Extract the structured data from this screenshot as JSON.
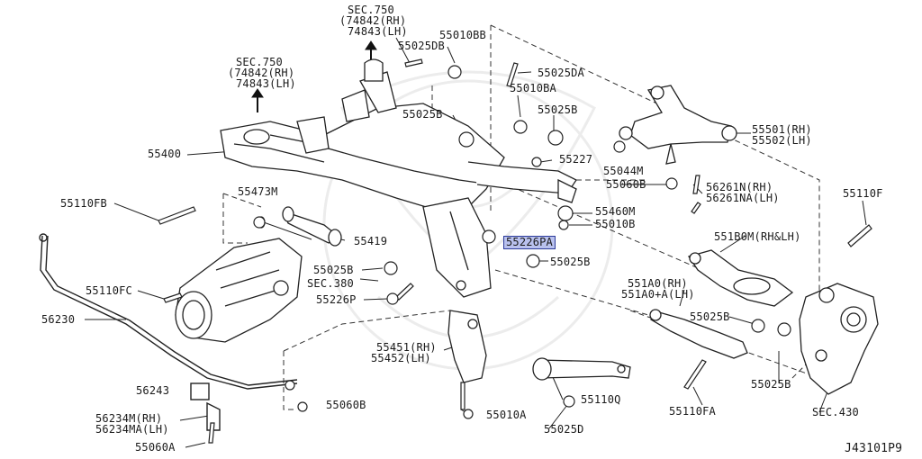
{
  "sheet_code": "J43101P9",
  "labels": {
    "sec750_top": "SEC.750",
    "sec750_top_rh": "(74842(RH)",
    "sec750_top_lh": "74843(LH)",
    "sec750_left": "SEC.750",
    "sec750_left_rh": "(74842(RH)",
    "sec750_left_lh": "74843(LH)",
    "p55010BB": "55010BB",
    "p55025DB": "55025DB",
    "p55025DA": "55025DA",
    "p55010BA": "55010BA",
    "p55025B_a": "55025B",
    "p55025B_b": "55025B",
    "p55400": "55400",
    "p55227": "55227",
    "p55044M": "55044M",
    "p55060B_a": "55060B",
    "p55501": "55501(RH)",
    "p55502": "55502(LH)",
    "p55110FB": "55110FB",
    "p55473M": "55473M",
    "p55460M": "55460M",
    "p55010B": "55010B",
    "p56261N": "56261N(RH)",
    "p56261NA": "56261NA(LH)",
    "p55110F": "55110F",
    "p55419": "55419",
    "p55226PA": "55226PA",
    "p551B0M": "551B0M(RH&LH)",
    "p55025B_c": "55025B",
    "p55025B_d": "55025B",
    "pSEC380": "SEC.380",
    "p55110FC": "55110FC",
    "p55226P": "55226P",
    "p551A0_rh": "551A0(RH)",
    "p551A0_lh": "551A0+A(LH)",
    "p56230": "56230",
    "p55025B_e": "55025B",
    "p55451": "55451(RH)",
    "p55452": "55452(LH)",
    "p56243": "56243",
    "p55060B_b": "55060B",
    "p55110Q": "55110Q",
    "p55025B_f": "55025B",
    "p56234M": "56234M(RH)",
    "p56234MA": "56234MA(LH)",
    "p55010A": "55010A",
    "p55110FA": "55110FA",
    "pSEC430": "SEC.430",
    "p55060A": "55060A",
    "p55025D": "55025D"
  }
}
